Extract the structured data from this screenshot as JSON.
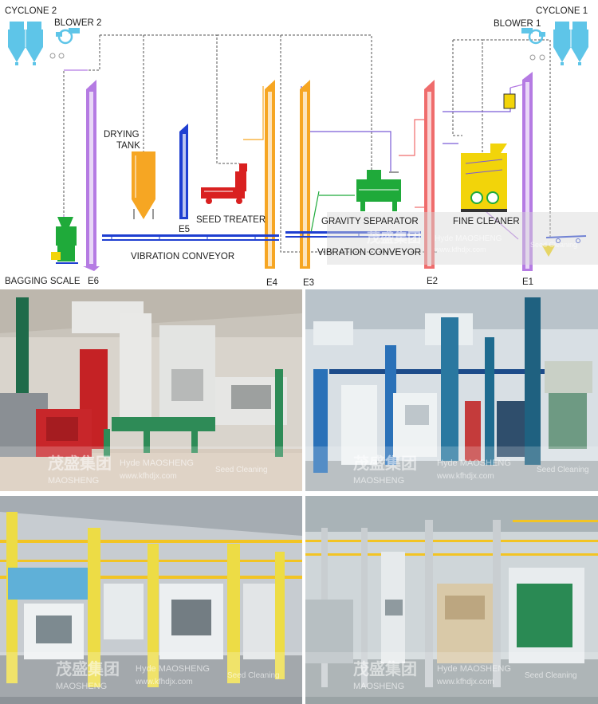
{
  "diagram": {
    "labels": {
      "cyclone2": "CYCLONE 2",
      "blower2": "BLOWER 2",
      "cyclone1": "CYCLONE 1",
      "blower1": "BLOWER 1",
      "drying_tank_line1": "DRYING",
      "drying_tank_line2": "TANK",
      "seed_treater": "SEED TREATER",
      "gravity_separator": "GRAVITY SEPARATOR",
      "fine_cleaner": "FINE CLEANER",
      "vibration_conveyor_left": "VIBRATION CONVEYOR",
      "vibration_conveyor_right": "VIBRATION CONVEYOR",
      "bagging_scale": "BAGGING SCALE",
      "e1": "E1",
      "e2": "E2",
      "e3": "E3",
      "e4": "E4",
      "e5": "E5",
      "e6": "E6"
    },
    "colors": {
      "elevator_purple": "#b57be3",
      "elevator_orange": "#f6a623",
      "elevator_red": "#ef6c6c",
      "elevator_blue": "#1f3fd1",
      "conveyor_blue": "#1f3fd1",
      "cyclone_cyan": "#5ec5e8",
      "machine_green": "#1faa3a",
      "treater_red": "#d92020",
      "tank_orange": "#f6a623",
      "cleaner_yellow": "#f2d40a",
      "duct_gray": "#555555",
      "pipe_violet": "#7a5cd6"
    }
  },
  "watermark": {
    "cn": "茂盛集团",
    "brand": "Hyde MAOSHENG",
    "brand_short": "MAOSHENG",
    "url": "www.kfhdjx.com",
    "tag": "Seed Cleaning"
  }
}
